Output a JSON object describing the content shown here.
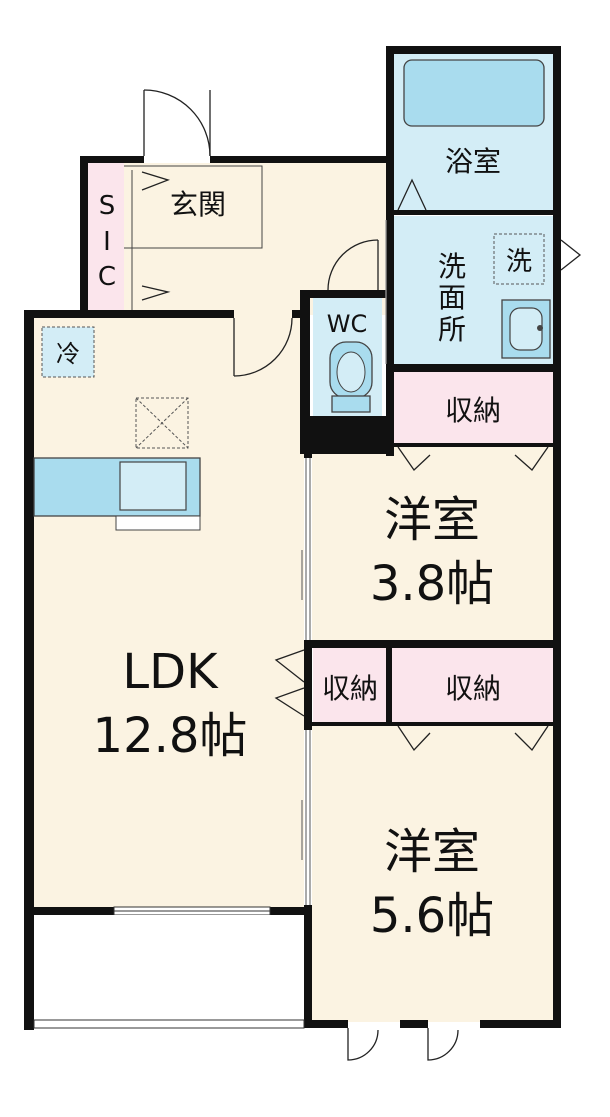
{
  "rooms": {
    "bath": "浴室",
    "genkan": "玄関",
    "sic": [
      "S",
      "I",
      "C"
    ],
    "washroom": [
      "洗",
      "面",
      "所"
    ],
    "washer": "洗",
    "wc": "WC",
    "fridge": "冷",
    "storage_top": "収納",
    "western1": {
      "name": "洋室",
      "size": "3.8帖"
    },
    "storage_small": "収納",
    "storage_mid": "収納",
    "ldk": {
      "name": "LDK",
      "size": "12.8帖"
    },
    "western2": {
      "name": "洋室",
      "size": "5.6帖"
    }
  },
  "colors": {
    "floor": "#fbf3e2",
    "water": "#d3edf6",
    "storage": "#fbe5ec",
    "fixture": "#a9dcee",
    "wall": "#111111"
  }
}
